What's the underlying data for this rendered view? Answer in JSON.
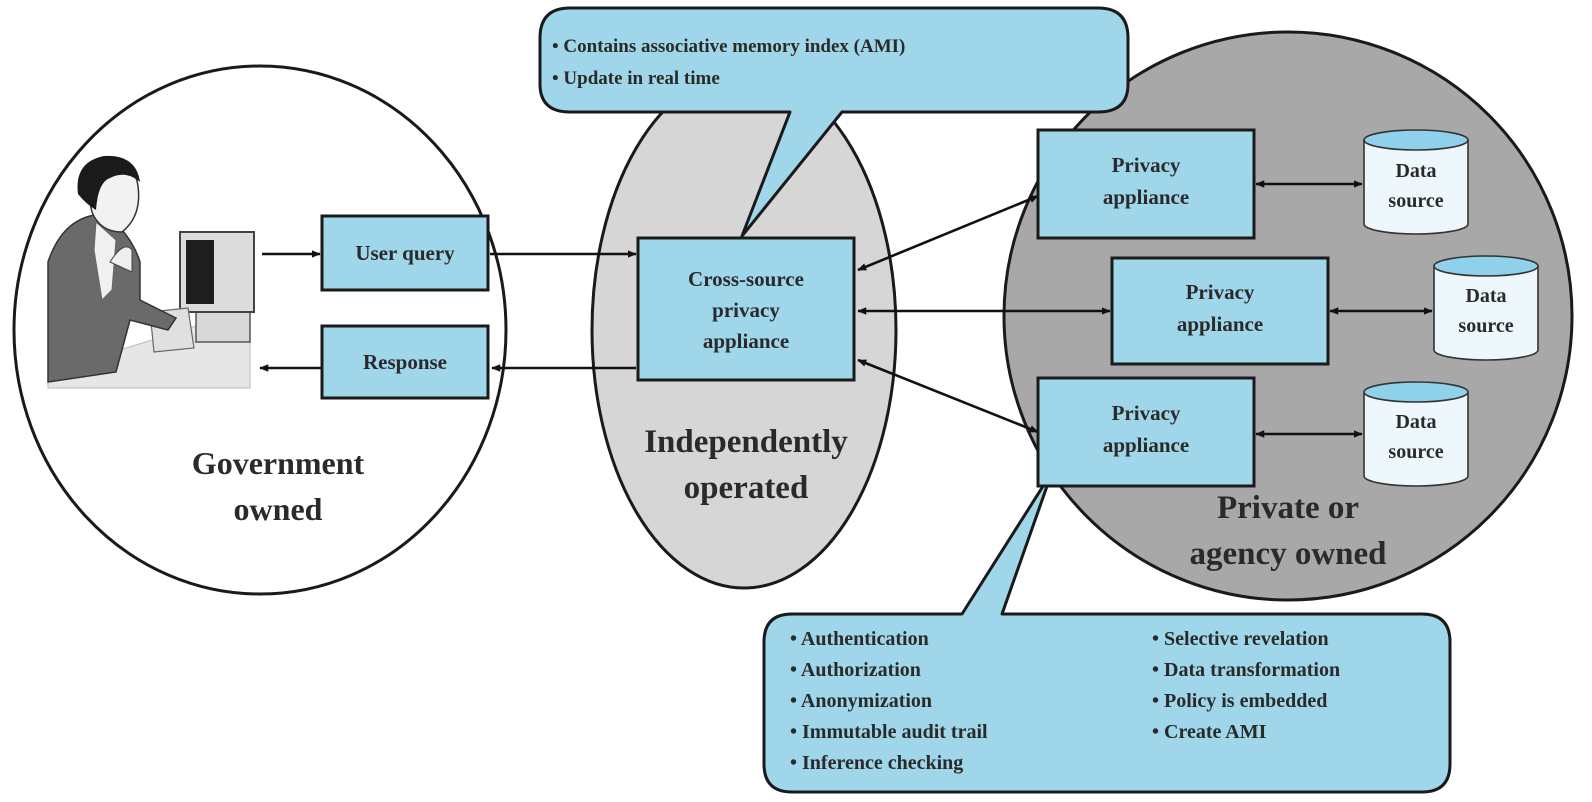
{
  "callout_top": {
    "bullets": [
      "Contains associative memory index (AMI)",
      "Update in real time"
    ]
  },
  "regions": {
    "government": [
      "Government",
      "owned"
    ],
    "independent": [
      "Independently",
      "operated"
    ],
    "private": [
      "Private or",
      "agency owned"
    ]
  },
  "boxes": {
    "user_query": "User query",
    "response": "Response",
    "cross_source": [
      "Cross-source",
      "privacy",
      "appliance"
    ],
    "privacy_appliance": [
      "Privacy",
      "appliance"
    ],
    "data_source": [
      "Data",
      "source"
    ]
  },
  "callout_bottom": {
    "left": [
      "Authentication",
      "Authorization",
      "Anonymization",
      "Immutable audit trail",
      "Inference checking"
    ],
    "right": [
      "Selective revelation",
      "Data transformation",
      "Policy is embedded",
      "Create AMI"
    ]
  },
  "colors": {
    "box_fill": "#9fd6ea",
    "private_region": "#a8a8a8",
    "independent_region": "#d6d6d6"
  }
}
